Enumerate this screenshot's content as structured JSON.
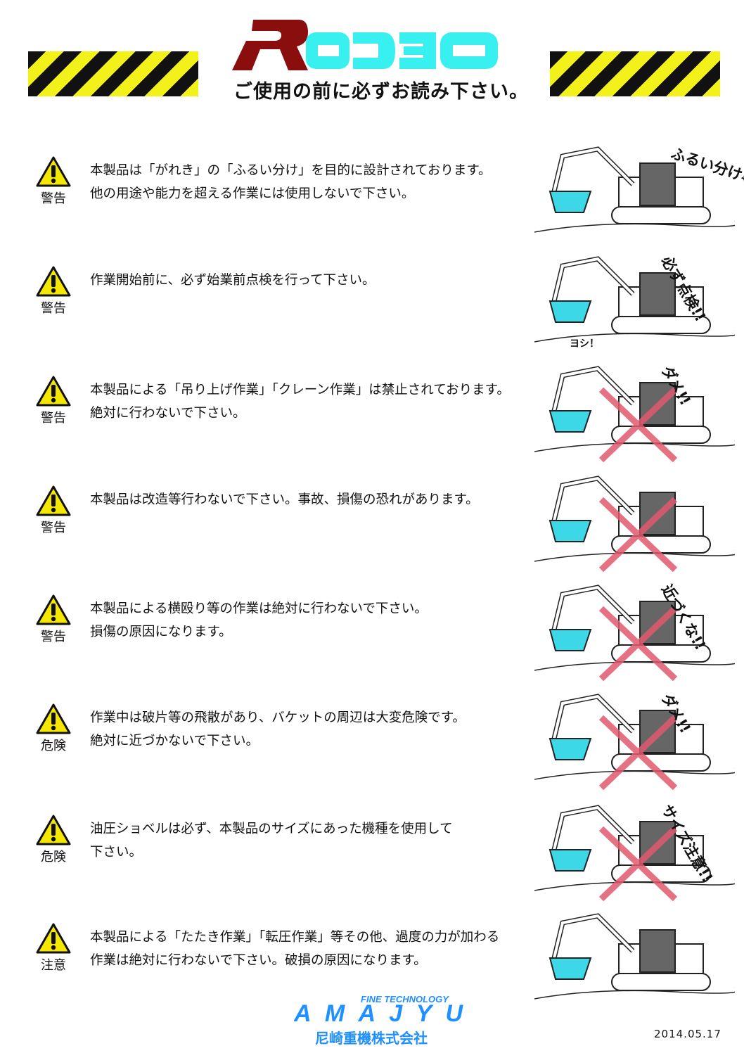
{
  "header": {
    "logo_text": "RODEO",
    "subtitle": "ご使用の前に必ずお読み下さい。"
  },
  "colors": {
    "logo_r": "#8b0e0e",
    "logo_rest": "#38f0f0",
    "stripe_yellow": "#f2f21a",
    "warning_yellow": "#f5e800",
    "cross_red": "#e05a6e",
    "bucket_cyan": "#3cd8e8",
    "brand_blue": "#1e90ff"
  },
  "items": [
    {
      "level": "警告",
      "lines": [
        "本製品は「がれき」の「ふるい分け」を目的に設計されております。",
        "他の用途や能力を超える作業には使用しないで下さい。"
      ],
      "caption": "ふるい分け専用！",
      "crossed": false
    },
    {
      "level": "警告",
      "lines": [
        "作業開始前に、必ず始業前点検を行って下さい。"
      ],
      "caption": "必ず点検!!",
      "caption2": "ヨシ！",
      "crossed": false
    },
    {
      "level": "警告",
      "lines": [
        "本製品による「吊り上げ作業」「クレーン作業」は禁止されております。",
        "絶対に行わないで下さい。"
      ],
      "caption": "ダメ!!",
      "crossed": true
    },
    {
      "level": "警告",
      "lines": [
        "本製品は改造等行わないで下さい。事故、損傷の恐れがあります。"
      ],
      "caption": "",
      "crossed": true
    },
    {
      "level": "警告",
      "lines": [
        "本製品による横殴り等の作業は絶対に行わないで下さい。",
        "損傷の原因になります。"
      ],
      "caption": "近づくな!!",
      "crossed": true
    },
    {
      "level": "危険",
      "lines": [
        "作業中は破片等の飛散があり、バケットの周辺は大変危険です。",
        "絶対に近づかないで下さい。"
      ],
      "caption": "ダメ!!",
      "crossed": true
    },
    {
      "level": "危険",
      "lines": [
        "油圧ショベルは必ず、本製品のサイズにあった機種を使用して",
        "下さい。"
      ],
      "caption": "サイズ注意!!",
      "crossed": true
    },
    {
      "level": "注意",
      "lines": [
        "本製品による「たたき作業」「転圧作業」等その他、過度の力が加わる",
        "作業は絶対に行わないで下さい。破損の原因になります。"
      ],
      "caption": "",
      "crossed": false
    }
  ],
  "footer": {
    "tagline": "FINE TECHNOLOGY",
    "brand": "AMAJYU",
    "company": "尼崎重機株式会社",
    "date": "2014.05.17"
  }
}
